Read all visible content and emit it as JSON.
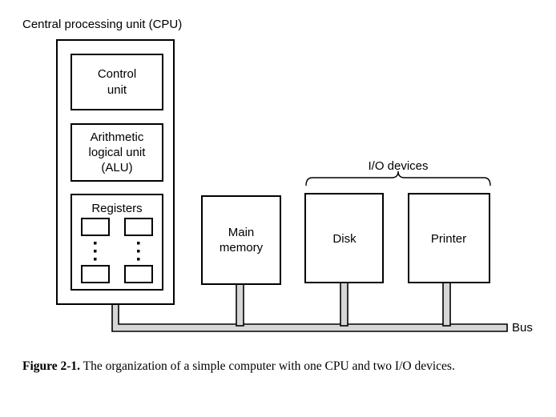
{
  "figure": {
    "cpu_title": "Central processing unit (CPU)",
    "io_title": "I/O devices",
    "bus_label": "Bus",
    "caption_number": "Figure 2-1.",
    "caption_text": " The organization of a simple computer with one CPU and two I/O devices."
  },
  "cpu": {
    "blocks": [
      {
        "id": "control-unit",
        "line1": "Control",
        "line2": "unit"
      },
      {
        "id": "alu",
        "line1": "Arithmetic",
        "line2": "logical unit",
        "line3": "(ALU)"
      },
      {
        "id": "registers",
        "line1": "Registers"
      }
    ]
  },
  "devices": [
    {
      "id": "main-memory",
      "line1": "Main",
      "line2": "memory"
    },
    {
      "id": "disk",
      "line1": "Disk"
    },
    {
      "id": "printer",
      "line1": "Printer"
    }
  ],
  "colors": {
    "stroke": "#000000",
    "connector_fill": "#d6d6d6",
    "box_fill": "#ffffff",
    "background": "#ffffff"
  }
}
